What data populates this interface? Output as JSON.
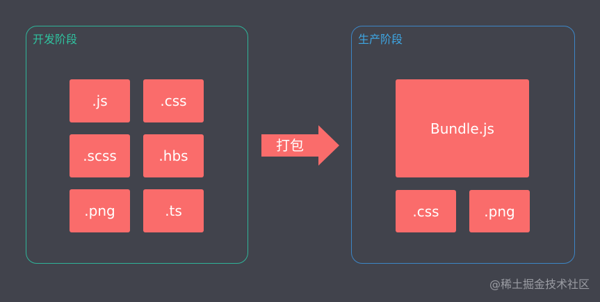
{
  "development_stage": {
    "title": "开发阶段",
    "files": [
      ".js",
      ".css",
      ".scss",
      ".hbs",
      ".png",
      ".ts"
    ]
  },
  "build_step": {
    "label": "打包"
  },
  "production_stage": {
    "title": "生产阶段",
    "bundle": "Bundle.js",
    "files": [
      ".css",
      ".png"
    ]
  },
  "watermark": "@稀土掘金技术社区",
  "colors": {
    "background": "#41434c",
    "box": "#fa6c6b",
    "dev_border": "#2fb59a",
    "prod_border": "#3d87c8",
    "box_text": "#ffffff"
  }
}
